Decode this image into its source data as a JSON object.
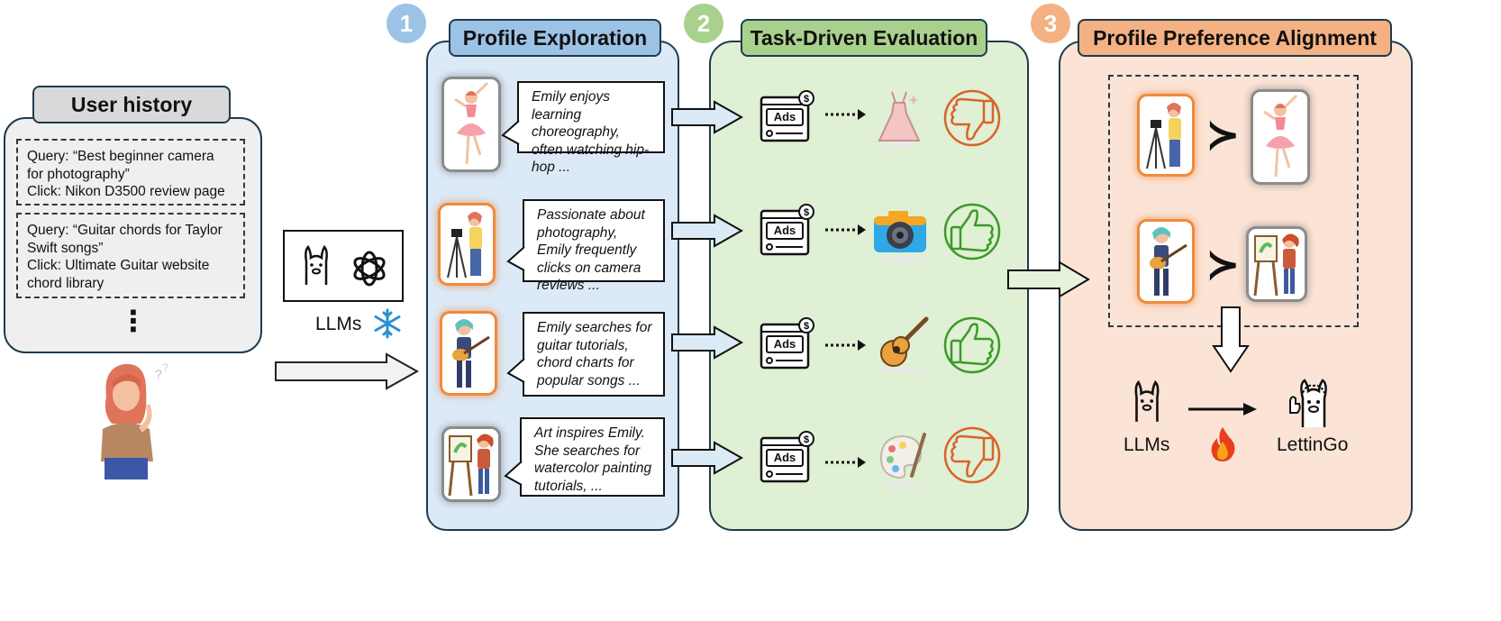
{
  "user_history": {
    "title": "User history",
    "entries": [
      {
        "query": "Query: “Best beginner camera for photography”",
        "click": "Click: Nikon D3500 review page"
      },
      {
        "query": "Query: “Guitar chords for Taylor Swift songs”",
        "click": "Click: Ultimate Guitar website chord library"
      }
    ],
    "ellipsis": "⋮"
  },
  "llm_box": {
    "label": "LLMs",
    "frozen_icon": "snowflake-icon"
  },
  "steps": [
    {
      "number": "1",
      "title": "Profile Exploration",
      "color": "#9cc3e5"
    },
    {
      "number": "2",
      "title": "Task-Driven Evaluation",
      "color": "#a9d18e"
    },
    {
      "number": "3",
      "title": "Profile Preference Alignment",
      "color": "#f4b183"
    }
  ],
  "profiles": [
    {
      "text": "Emily enjoys learning choreography, often watching hip-hop ...",
      "persona": "dancer-icon",
      "ad_item": "dress-icon",
      "verdict": "thumbs-down"
    },
    {
      "text": "Passionate about photography, Emily frequently clicks on camera reviews ...",
      "persona": "photographer-icon",
      "ad_item": "camera-icon",
      "verdict": "thumbs-up"
    },
    {
      "text": "Emily searches for guitar tutorials, chord charts for popular songs ...",
      "persona": "guitarist-icon",
      "ad_item": "guitar-icon",
      "verdict": "thumbs-up"
    },
    {
      "text": "Art inspires Emily. She searches for watercolor painting tutorials, ...",
      "persona": "painter-icon",
      "ad_item": "palette-icon",
      "verdict": "thumbs-down"
    }
  ],
  "ads_label": "Ads",
  "alignment": {
    "preference_symbol": "≻",
    "from_label": "LLMs",
    "to_label": "LettinGo",
    "train_icon": "fire-icon"
  },
  "colors": {
    "panel1_bg": "#dce9f6",
    "panel2_bg": "#dff0d4",
    "panel3_bg": "#fbe3d5",
    "history_bg": "#efefef",
    "thumbs_down": "#d9632a",
    "thumbs_up": "#3c9a28"
  }
}
